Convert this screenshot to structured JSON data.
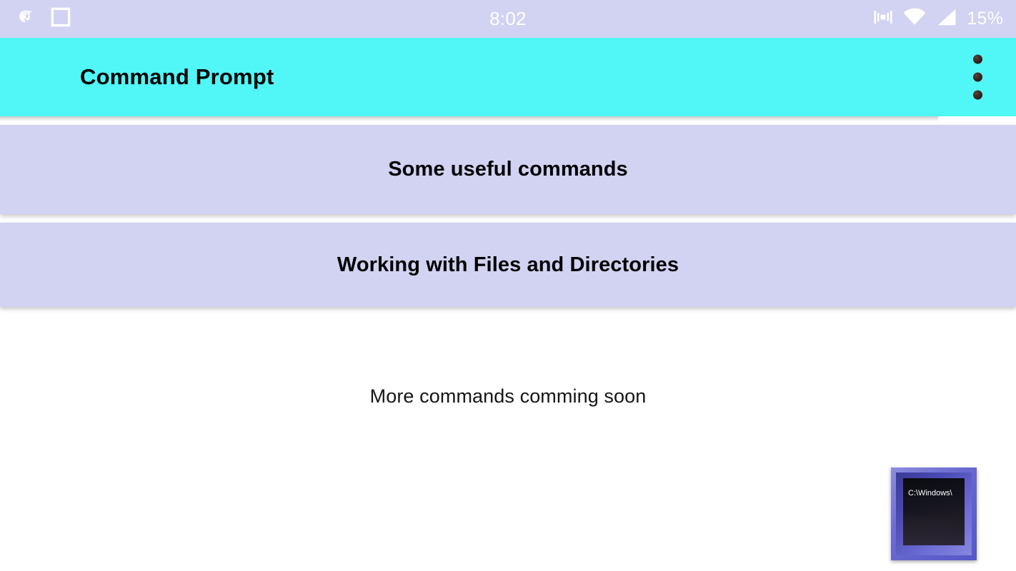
{
  "status_bar": {
    "background_color": "#d2d2f2",
    "time": "8:02",
    "battery": "15%",
    "left_icons": [
      {
        "name": "music-note-icon",
        "glyph": "music"
      },
      {
        "name": "square-outline-icon",
        "glyph": "square"
      }
    ],
    "right_icons": [
      {
        "name": "vibrate-icon",
        "glyph": "vibrate"
      },
      {
        "name": "wifi-icon",
        "glyph": "wifi"
      },
      {
        "name": "cellular-signal-icon",
        "glyph": "signal"
      }
    ]
  },
  "app_bar": {
    "title": "Command Prompt",
    "background_color": "#51f7f7",
    "text_color": "#000000",
    "overflow_menu": {
      "name": "overflow-menu-icon",
      "dots": 3
    }
  },
  "main": {
    "background_color": "#ffffff",
    "card_color": "#d2d2f2",
    "cards": [
      {
        "label": "Some useful commands"
      },
      {
        "label": "Working with Files and Directories"
      }
    ],
    "footer_note": "More commands comming soon"
  },
  "cmd_icon": {
    "name": "command-prompt-icon",
    "screen_text": "C:\\Windows\\",
    "bezel_color": "#6a6ad0",
    "screen_color": "#0b0b10"
  }
}
